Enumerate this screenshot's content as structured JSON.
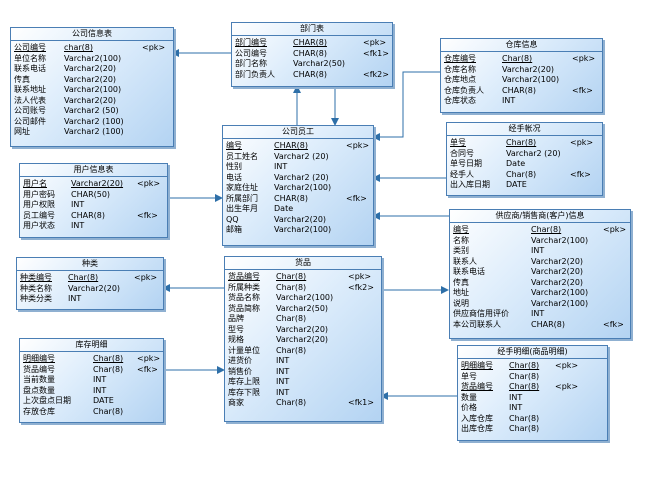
{
  "entities": {
    "company": {
      "title": "公司信息表",
      "columns": [
        [
          "公司编号",
          "char(8)",
          "<pk>"
        ],
        [
          "单位名称",
          "Varchar2(100)",
          ""
        ],
        [
          "联系电话",
          "Varchar2(20)",
          ""
        ],
        [
          "传真",
          "Varchar2(20)",
          ""
        ],
        [
          "联系地址",
          "Varchar2(100)",
          ""
        ],
        [
          "法人代表",
          "Varchar2(20)",
          ""
        ],
        [
          "公司账号",
          "Varchar2 (50)",
          ""
        ],
        [
          "公司邮件",
          "Varchar2 (100)",
          ""
        ],
        [
          "网址",
          "Varchar2 (100)",
          ""
        ]
      ]
    },
    "department": {
      "title": "部门表",
      "columns": [
        [
          "部门编号",
          "CHAR(8)",
          "<pk>"
        ],
        [
          "公司编号",
          "CHAR(8)",
          "<fk1>"
        ],
        [
          "部门名称",
          "Varchar2(50)",
          ""
        ],
        [
          "部门负责人",
          "CHAR(8)",
          "<fk2>"
        ]
      ]
    },
    "warehouse": {
      "title": "仓库信息",
      "columns": [
        [
          "仓库编号",
          "Char(8)",
          "<pk>"
        ],
        [
          "仓库名称",
          "Varchar2(20)",
          ""
        ],
        [
          "仓库地点",
          "Varchar2(100)",
          ""
        ],
        [
          "仓库负责人",
          "CHAR(8)",
          "<fk>"
        ],
        [
          "仓库状态",
          "INT",
          ""
        ]
      ]
    },
    "employee": {
      "title": "公司员工",
      "columns": [
        [
          "编号",
          "CHAR(8)",
          "<pk>"
        ],
        [
          "员工姓名",
          "Varchar2 (20)",
          ""
        ],
        [
          "性别",
          "INT",
          ""
        ],
        [
          "电话",
          "Varchar2 (20)",
          ""
        ],
        [
          "家庭住址",
          "Varchar2(100)",
          ""
        ],
        [
          "所属部门",
          "CHAR(8)",
          "<fk>"
        ],
        [
          "出生年月",
          "Date",
          ""
        ],
        [
          "QQ",
          "Varchar2(20)",
          ""
        ],
        [
          "邮箱",
          "Varchar2(100)",
          ""
        ]
      ]
    },
    "handler": {
      "title": "经手帐况",
      "columns": [
        [
          "单号",
          "Char(8)",
          "<pk>"
        ],
        [
          "合同号",
          "Varchar2 (20)",
          ""
        ],
        [
          "单号日期",
          "Date",
          ""
        ],
        [
          "经手人",
          "Char(8)",
          "<fk>"
        ],
        [
          "出入库日期",
          "DATE",
          ""
        ]
      ]
    },
    "user": {
      "title": "用户信息表",
      "columns": [
        [
          "用户名",
          "Varchar2(20)",
          "<pk>"
        ],
        [
          "用户密码",
          "CHAR(50)",
          ""
        ],
        [
          "用户权限",
          "INT",
          ""
        ],
        [
          "员工编号",
          "CHAR(8)",
          "<fk>"
        ],
        [
          "用户状态",
          "INT",
          ""
        ]
      ]
    },
    "supplier": {
      "title": "供应商/销售商(客户)信息",
      "columns": [
        [
          "编号",
          "Char(8)",
          "<pk>"
        ],
        [
          "名称",
          "Varchar2(100)",
          ""
        ],
        [
          "类别",
          "INT",
          ""
        ],
        [
          "联系人",
          "Varchar2(20)",
          ""
        ],
        [
          "联系电话",
          "Varchar2(20)",
          ""
        ],
        [
          "传真",
          "Varchar2(20)",
          ""
        ],
        [
          "地址",
          "Varchar2(100)",
          ""
        ],
        [
          "说明",
          "Varchar2(100)",
          ""
        ],
        [
          "供应商信用评价",
          "INT",
          ""
        ],
        [
          "本公司联系人",
          "CHAR(8)",
          "<fk>"
        ]
      ]
    },
    "category": {
      "title": "种类",
      "columns": [
        [
          "种类编号",
          "Char(8)",
          "<pk>"
        ],
        [
          "种类名称",
          "Varchar2(20)",
          ""
        ],
        [
          "种类分类",
          "INT",
          ""
        ]
      ]
    },
    "goods": {
      "title": "货品",
      "columns": [
        [
          "货品编号",
          "Char(8)",
          "<pk>"
        ],
        [
          "所属种类",
          "Char(8)",
          "<fk2>"
        ],
        [
          "货品名称",
          "Varchar2(100)",
          ""
        ],
        [
          "货品简称",
          "Varchar2(50)",
          ""
        ],
        [
          "品牌",
          "Char(8)",
          ""
        ],
        [
          "型号",
          "Varchar2(20)",
          ""
        ],
        [
          "规格",
          "Varchar2(20)",
          ""
        ],
        [
          "计量单位",
          "Char(8)",
          ""
        ],
        [
          "进货价",
          "INT",
          ""
        ],
        [
          "销售价",
          "INT",
          ""
        ],
        [
          "库存上限",
          "INT",
          ""
        ],
        [
          "库存下限",
          "INT",
          ""
        ],
        [
          "商家",
          "Char(8)",
          "<fk1>"
        ]
      ]
    },
    "stock": {
      "title": "库存明细",
      "columns": [
        [
          "明细编号",
          "Char(8)",
          "<pk>"
        ],
        [
          "货品编号",
          "Char(8)",
          "<fk>"
        ],
        [
          "当前数量",
          "INT",
          ""
        ],
        [
          "盘点数量",
          "INT",
          ""
        ],
        [
          "上次盘点日期",
          "DATE",
          ""
        ],
        [
          "存放仓库",
          "Char(8)",
          ""
        ]
      ]
    },
    "handler_detail": {
      "title": "经手明细(商品明细)",
      "columns": [
        [
          "明细编号",
          "Char(8)",
          "<pk>"
        ],
        [
          "单号",
          "Char(8)",
          ""
        ],
        [
          "货品编号",
          "Char(8)",
          "<pk>"
        ],
        [
          "数量",
          "INT",
          ""
        ],
        [
          "价格",
          "INT",
          ""
        ],
        [
          "入库仓库",
          "Char(8)",
          ""
        ],
        [
          "出库仓库",
          "Char(8)",
          ""
        ]
      ]
    }
  },
  "colors": {
    "border": "#4a7eb4",
    "line": "#2e6fa8",
    "fill_start": "#ffffff",
    "fill_end": "#b3d3f2"
  }
}
